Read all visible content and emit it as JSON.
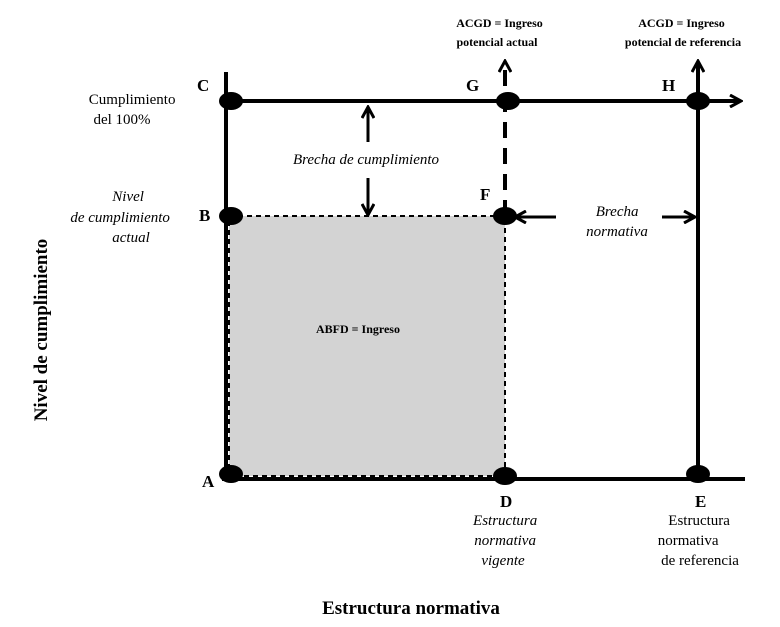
{
  "axes": {
    "y_label": "Nivel de cumplimiento",
    "x_label": "Estructura normativa"
  },
  "points": {
    "A": "A",
    "B": "B",
    "C": "C",
    "D": "D",
    "E": "E",
    "F": "F",
    "G": "G",
    "H": "H"
  },
  "labels": {
    "cumplimiento_100": [
      "Cumplimiento",
      "del 100%"
    ],
    "nivel_actual": [
      "Nivel",
      "de cumplimiento",
      "actual"
    ],
    "brecha_cumplimiento": "Brecha de cumplimiento",
    "brecha_normativa": [
      "Brecha",
      "normativa"
    ],
    "abfd": "ABFD = Ingreso",
    "acgd_actual": [
      "ACGD = Ingreso",
      "potencial actual"
    ],
    "acgd_referencia": [
      "ACGD = Ingreso",
      "potencial de referencia"
    ],
    "estructura_vigente": [
      "Estructura",
      "normativa",
      "vigente"
    ],
    "estructura_referencia": [
      "Estructura",
      "normativa",
      "de referencia"
    ]
  },
  "colors": {
    "line": "#000000",
    "shaded_area": "#d3d3d3"
  }
}
